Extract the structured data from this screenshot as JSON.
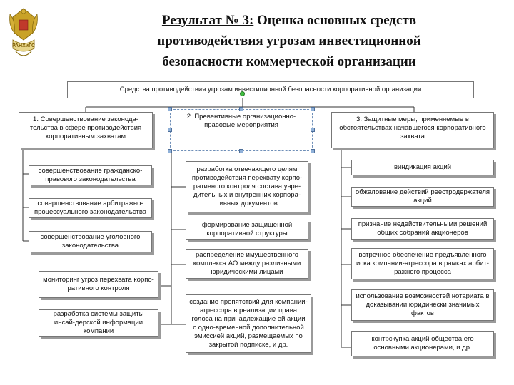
{
  "header": {
    "title_prefix": "Результат № 3:",
    "title_line1": "Оценка основных средств",
    "title_line2": "противодействия угрозам инвестиционной",
    "title_line3": "безопасности коммерческой организации"
  },
  "logo": {
    "text": "РАНХиГС",
    "colors": {
      "gold": "#c9a227",
      "red": "#c0392b"
    }
  },
  "diagram": {
    "top": "Средства противодействия угрозам инвестиционной безопасности корпоративной организации",
    "col1": {
      "head": "1. Совершенствование законода-тельства в сфере противодействия корпоративным захватам",
      "items": [
        "совершенствование гражданско-правового законодательства",
        "совершенствование арбитражно-процессуального законодательства",
        "совершенствование уголовного законодательства"
      ],
      "extra": [
        "мониторинг угроз перехвата корпо-ративного контроля",
        "разработка системы защиты инсай-дерской информации компании"
      ]
    },
    "col2": {
      "head": "2. Превентивные организационно-правовые мероприятия",
      "items": [
        "разработка отвечающего целям противодействия перехвату корпо-ративного контроля состава учре-дительных и внутренних корпора-тивных документов",
        "формирование защищенной корпоративной структуры",
        "распределение имущественного комплекса АО между различными юридическими лицами",
        "создание препятствий для компании-агрессора в реализации права голоса на принадлежащие ей акции с одно-временной дополнительной эмиссией акций, размещаемых по закрытой подписке, и др."
      ]
    },
    "col3": {
      "head": "3. Защитные меры, применяемые в обстоятельствах начавшегося корпоративного захвата",
      "items": [
        "виндикация акций",
        "обжалование действий реестродержателя акций",
        "признание недействительными решений общих собраний акционеров",
        "встречное обеспечение предъявленного иска компании-агрессора в рамках арбит-ражного процесса",
        "использование возможностей нотариата в доказывании юридически значимых фактов",
        "контрскупка акций общества его основными акционерами, и др."
      ]
    }
  }
}
